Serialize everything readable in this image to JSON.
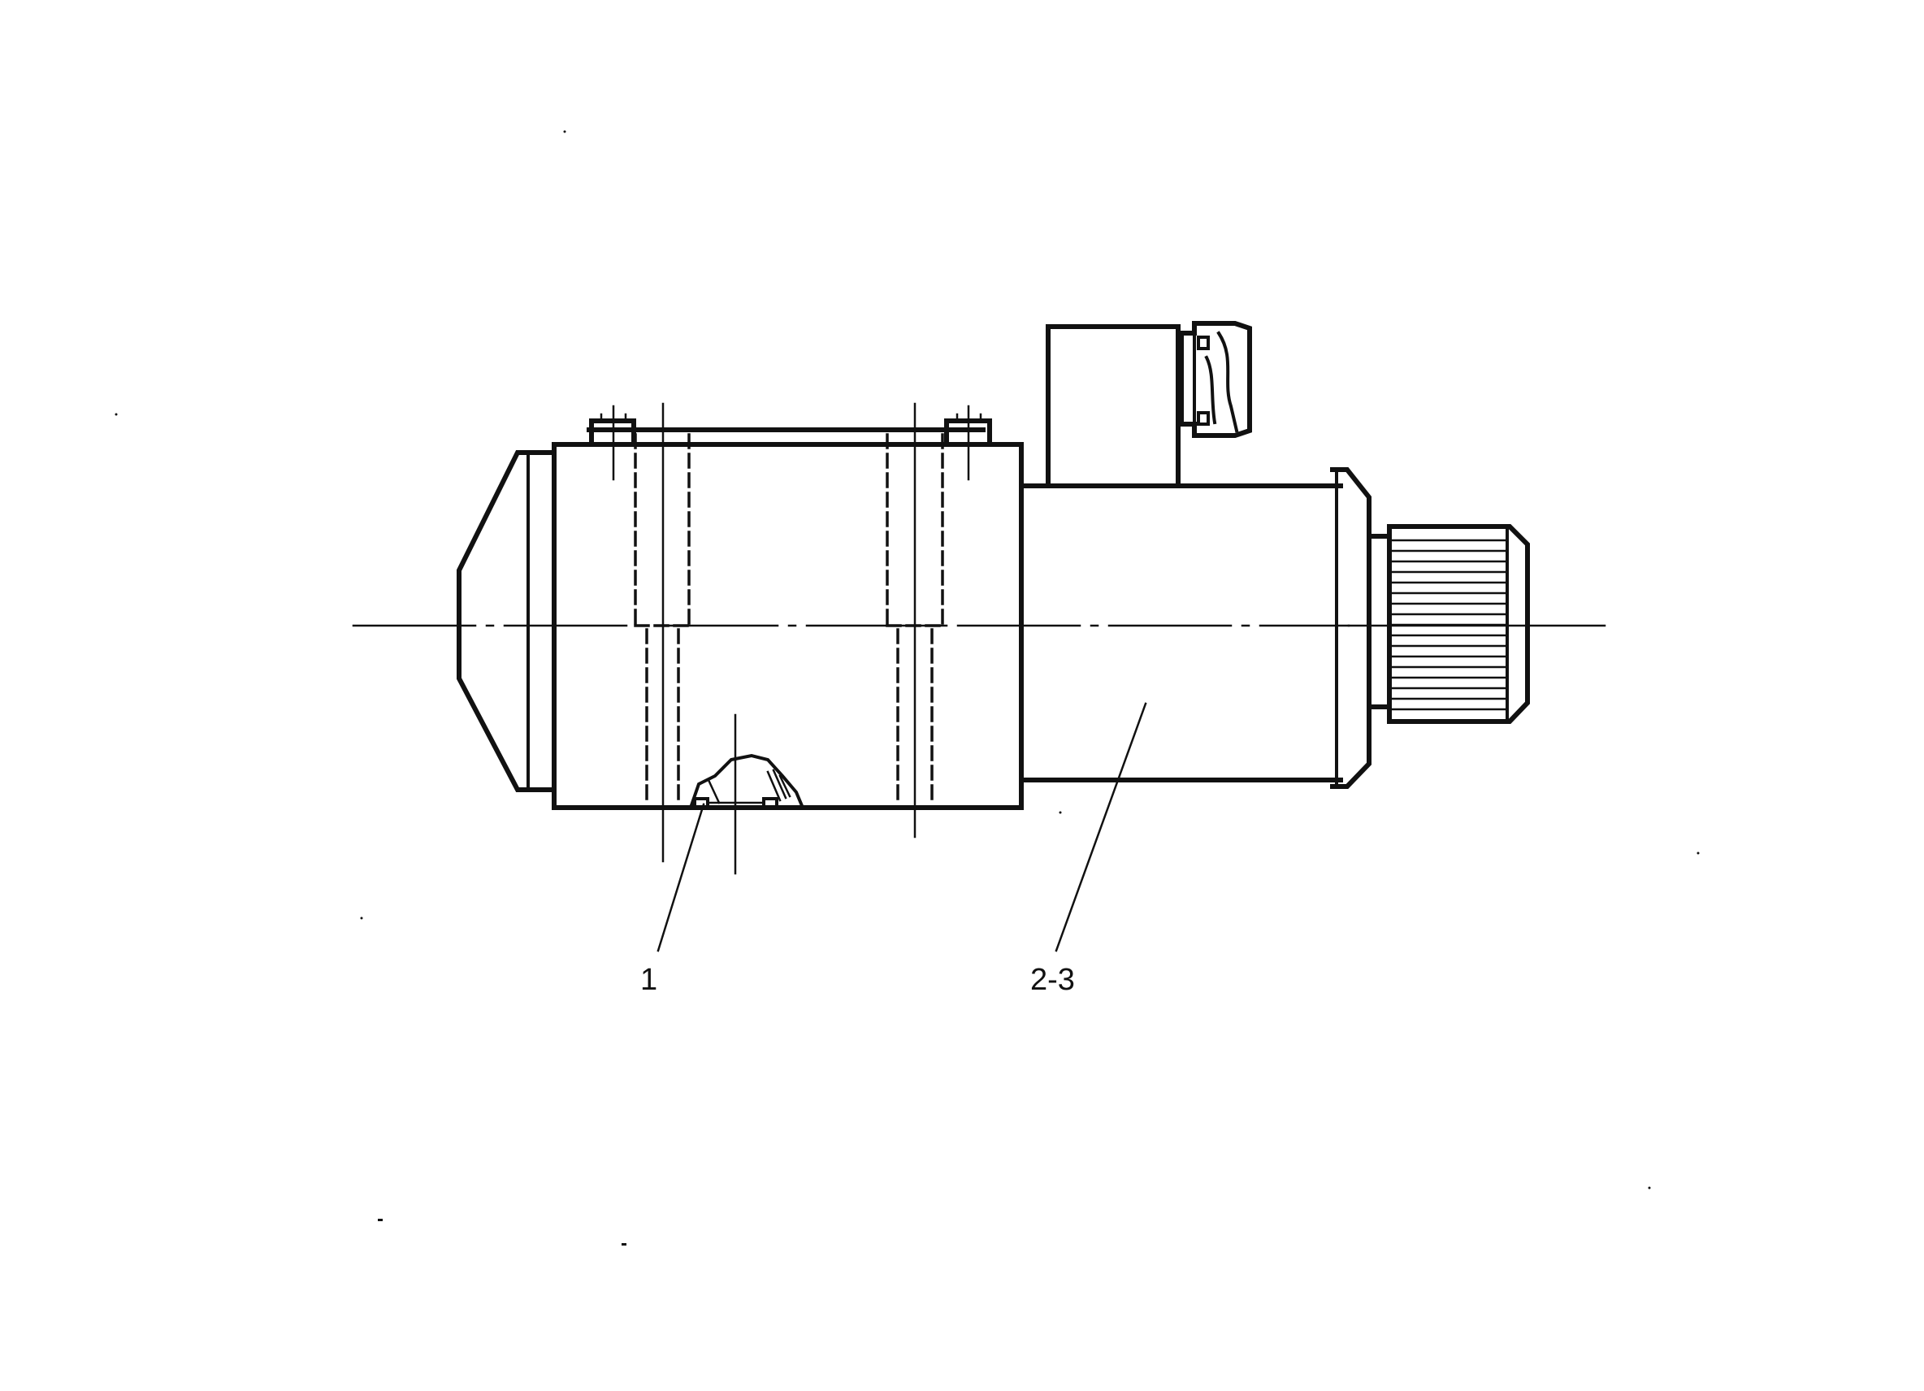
{
  "diagram": {
    "callouts": [
      {
        "id": "callout-1",
        "label": "1"
      },
      {
        "id": "callout-2-3",
        "label": "2-3"
      }
    ],
    "colors": {
      "ink": "#111111",
      "paper": "#ffffff"
    }
  }
}
